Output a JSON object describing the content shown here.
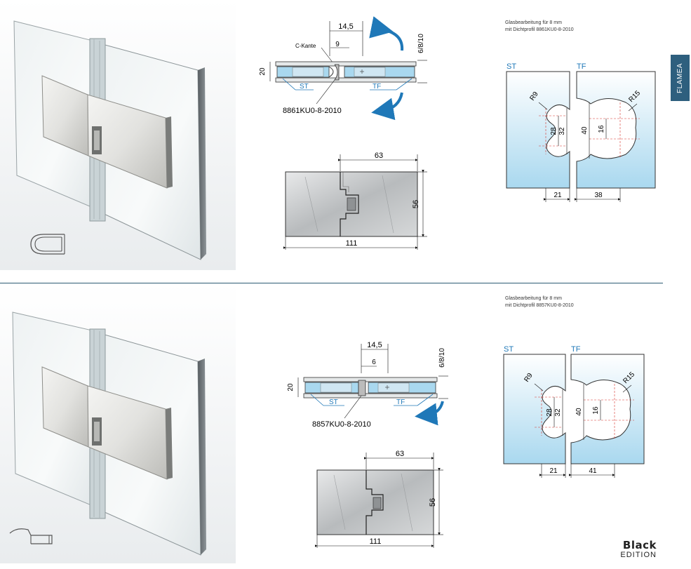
{
  "side_tab": {
    "label": "FLAMEA"
  },
  "brand": {
    "line1": "Black",
    "line2": "EDITION"
  },
  "colors": {
    "accent": "#2e5f7e",
    "arrow_blue": "#1f78b8",
    "glass_blue": "#a9d8ef",
    "cutout_red": "#d8332b"
  },
  "sections": [
    {
      "note_line1": "Glasbearbeitung für 8 mm",
      "note_line2": "mit Dichtprofil 8861KU0-8-2010",
      "cross_section": {
        "dim_top": "14,5",
        "dim_inner": "9",
        "label_ckante": "C-Kante",
        "dim_left": "20",
        "dim_right": "6/8/10",
        "label_st": "ST",
        "label_tf": "TF",
        "part_number": "8861KU0-8-2010"
      },
      "front_view": {
        "dim_width_total": "111",
        "dim_width_part": "63",
        "dim_height": "56"
      },
      "cutout": {
        "label_st": "ST",
        "label_tf": "TF",
        "radius_left": "R9",
        "radius_right": "R15",
        "dim_28": "28",
        "dim_32": "32",
        "dim_40": "40",
        "dim_16": "16",
        "dim_bottom_left": "21",
        "dim_bottom_right": "38"
      }
    },
    {
      "note_line1": "Glasbearbeitung für 8 mm",
      "note_line2": "mit Dichtprofil 8857KU0-8-2010",
      "cross_section": {
        "dim_top": "14,5",
        "dim_inner": "6",
        "dim_left": "20",
        "dim_right": "6/8/10",
        "label_st": "ST",
        "label_tf": "TF",
        "part_number": "8857KU0-8-2010"
      },
      "front_view": {
        "dim_width_total": "111",
        "dim_width_part": "63",
        "dim_height": "56"
      },
      "cutout": {
        "label_st": "ST",
        "label_tf": "TF",
        "radius_left": "R9",
        "radius_right": "R15",
        "dim_28": "28",
        "dim_32": "32",
        "dim_40": "40",
        "dim_16": "16",
        "dim_bottom_left": "21",
        "dim_bottom_right": "41"
      }
    }
  ]
}
